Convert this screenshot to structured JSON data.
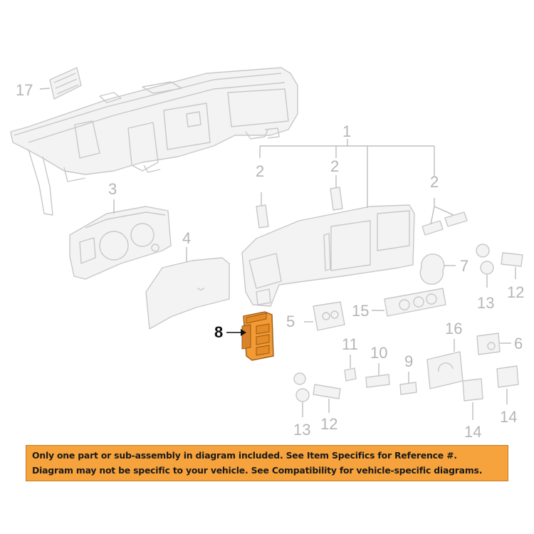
{
  "callouts": [
    {
      "id": "17",
      "label": "17",
      "highlighted": false
    },
    {
      "id": "1",
      "label": "1",
      "highlighted": false
    },
    {
      "id": "2a",
      "label": "2",
      "highlighted": false
    },
    {
      "id": "2b",
      "label": "2",
      "highlighted": false
    },
    {
      "id": "2c",
      "label": "2",
      "highlighted": false
    },
    {
      "id": "3",
      "label": "3",
      "highlighted": false
    },
    {
      "id": "4",
      "label": "4",
      "highlighted": false
    },
    {
      "id": "7",
      "label": "7",
      "highlighted": false
    },
    {
      "id": "13a",
      "label": "13",
      "highlighted": false
    },
    {
      "id": "12a",
      "label": "12",
      "highlighted": false
    },
    {
      "id": "5",
      "label": "5",
      "highlighted": false
    },
    {
      "id": "15",
      "label": "15",
      "highlighted": false
    },
    {
      "id": "8",
      "label": "8",
      "highlighted": true
    },
    {
      "id": "16",
      "label": "16",
      "highlighted": false
    },
    {
      "id": "6",
      "label": "6",
      "highlighted": false
    },
    {
      "id": "11",
      "label": "11",
      "highlighted": false
    },
    {
      "id": "10",
      "label": "10",
      "highlighted": false
    },
    {
      "id": "9",
      "label": "9",
      "highlighted": false
    },
    {
      "id": "13b",
      "label": "13",
      "highlighted": false
    },
    {
      "id": "12b",
      "label": "12",
      "highlighted": false
    },
    {
      "id": "14a",
      "label": "14",
      "highlighted": false
    },
    {
      "id": "14b",
      "label": "14",
      "highlighted": false
    }
  ],
  "colors": {
    "highlight_part": "#f29a35",
    "banner_background": "#f7a33d",
    "line_art": "#c8c8c8"
  },
  "banner": {
    "line1": "Only one part or sub-assembly in diagram included. See Item Specifics for Reference #.",
    "line2": "Diagram may not be specific to your vehicle. See Compatibility for vehicle-specific diagrams."
  }
}
